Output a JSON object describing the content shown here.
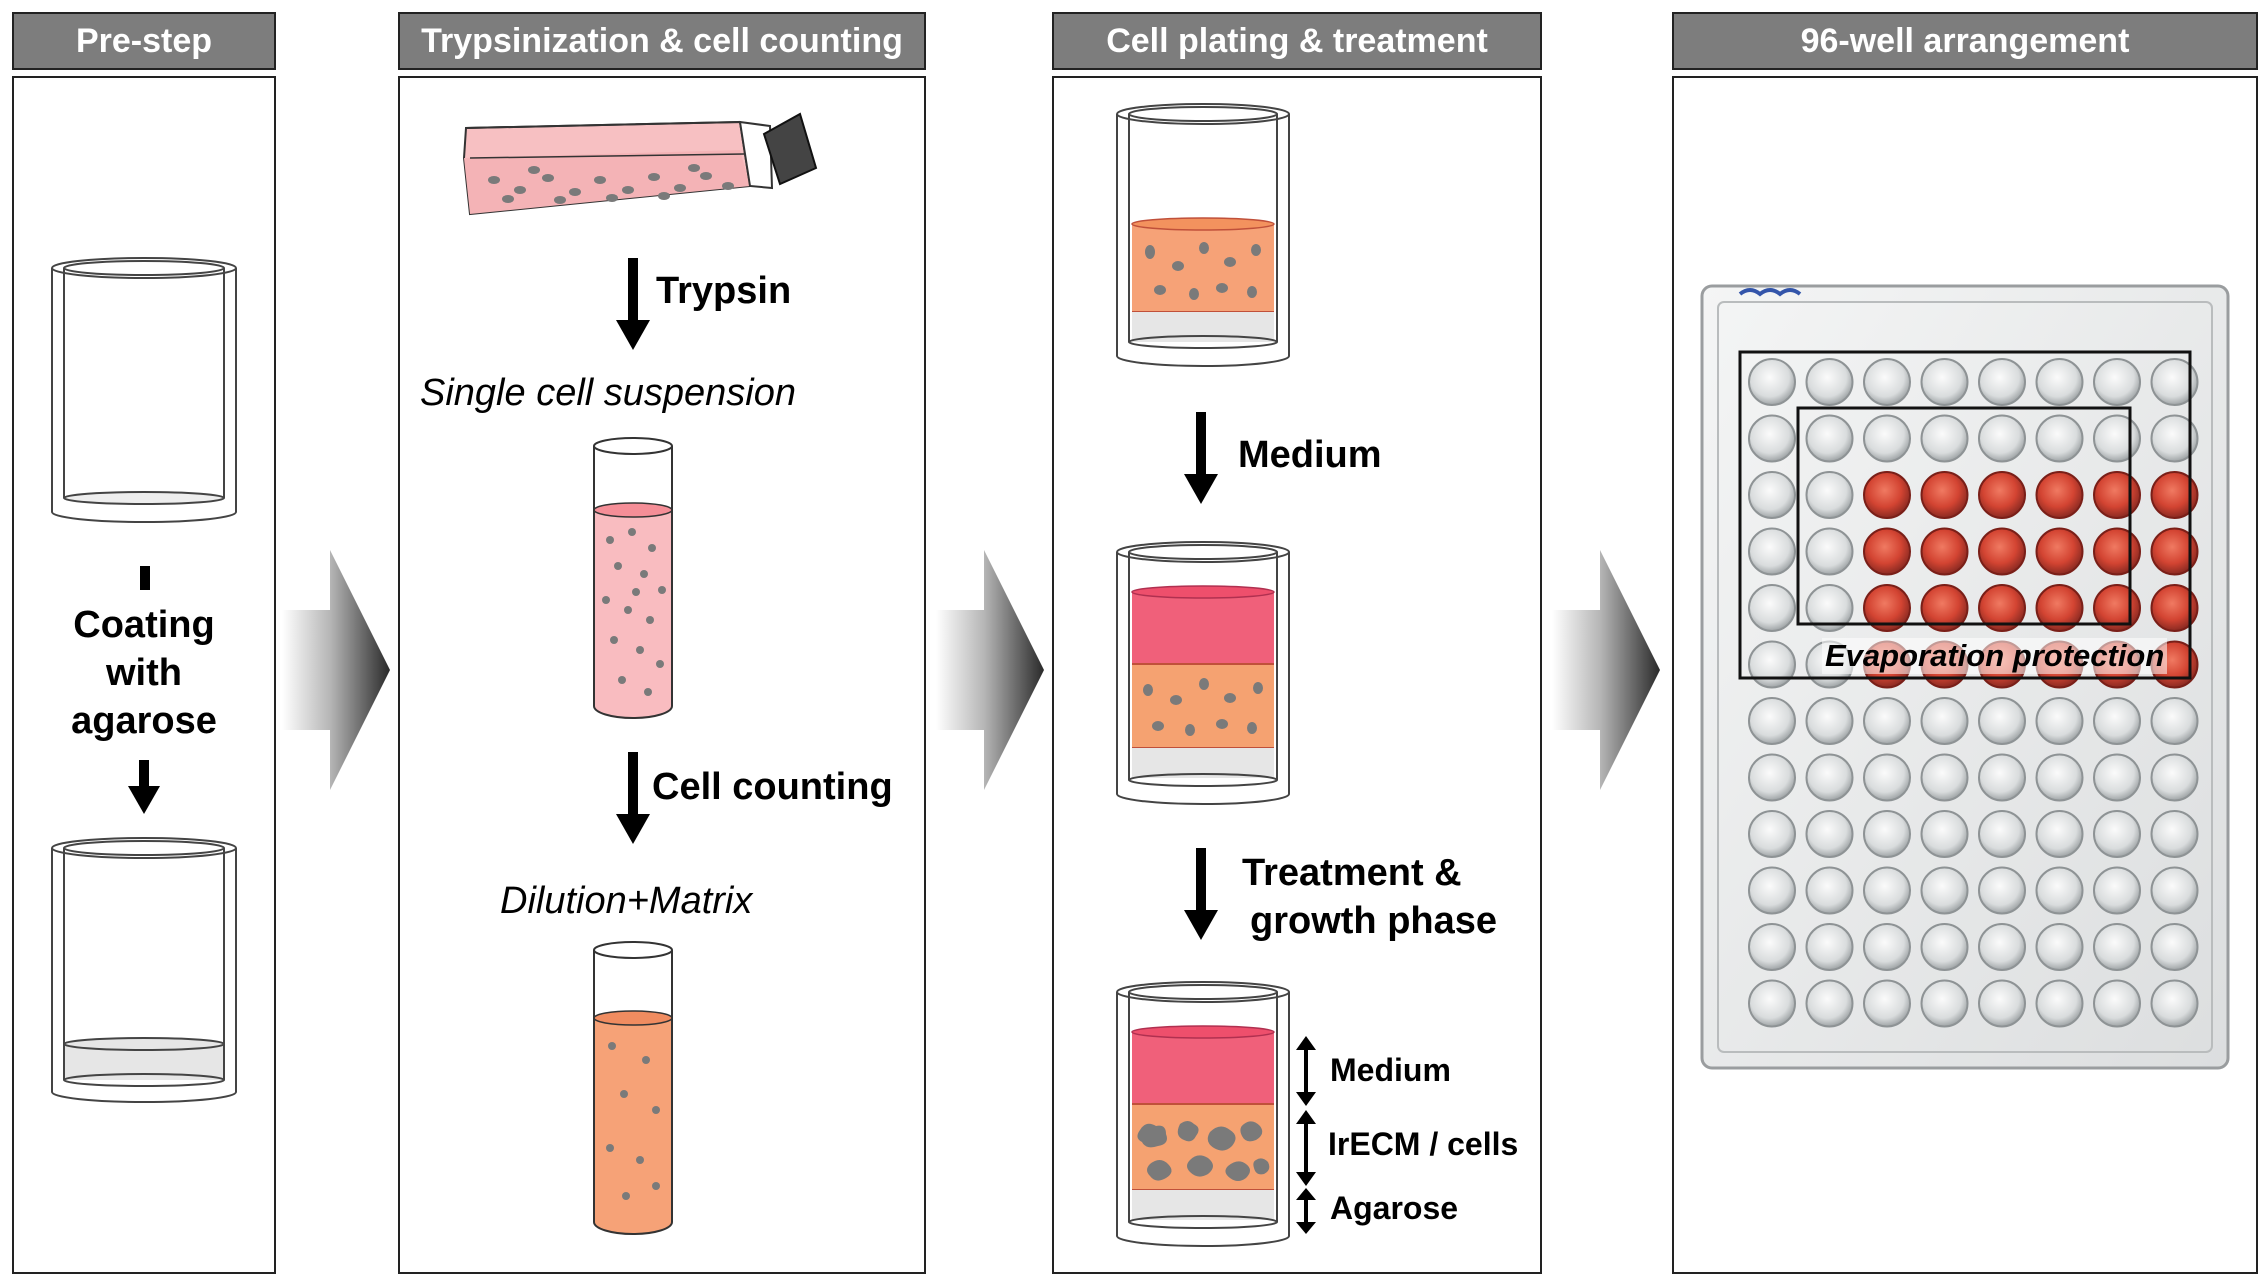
{
  "panels": {
    "prestep": {
      "title": "Pre-step",
      "coating_line1": "Coating",
      "coating_line2": "with",
      "coating_line3": "agarose"
    },
    "trypsinization": {
      "title": "Trypsinization & cell counting",
      "trypsin": "Trypsin",
      "single_cell": "Single cell suspension",
      "cell_counting": "Cell counting",
      "dilution": "Dilution+Matrix"
    },
    "plating": {
      "title": "Cell plating & treatment",
      "medium_step": "Medium",
      "treatment_line1": "Treatment &",
      "treatment_line2": "growth phase",
      "layer_medium": "Medium",
      "layer_irecm": "IrECM / cells",
      "layer_agarose": "Agarose"
    },
    "arrangement": {
      "title": "96-well arrangement",
      "evaporation": "Evaporation protection"
    }
  },
  "colors": {
    "header_bg": "#7d7d7d",
    "flask_fill": "#f7c0c2",
    "tube_pink": "#f9bcc0",
    "tube_orange": "#f6a277",
    "medium_red": "#f0607a",
    "cells_orange": "#f5a271",
    "agarose_gray": "#e6e6e6",
    "cell_dot": "#7a7a7a",
    "well_red": "#d94a3a"
  },
  "plate": {
    "rows": 8,
    "cols": 12,
    "filled_rows": [
      2,
      3,
      4,
      5
    ],
    "filled_cols": [
      2,
      3,
      4,
      5,
      6,
      7
    ]
  }
}
